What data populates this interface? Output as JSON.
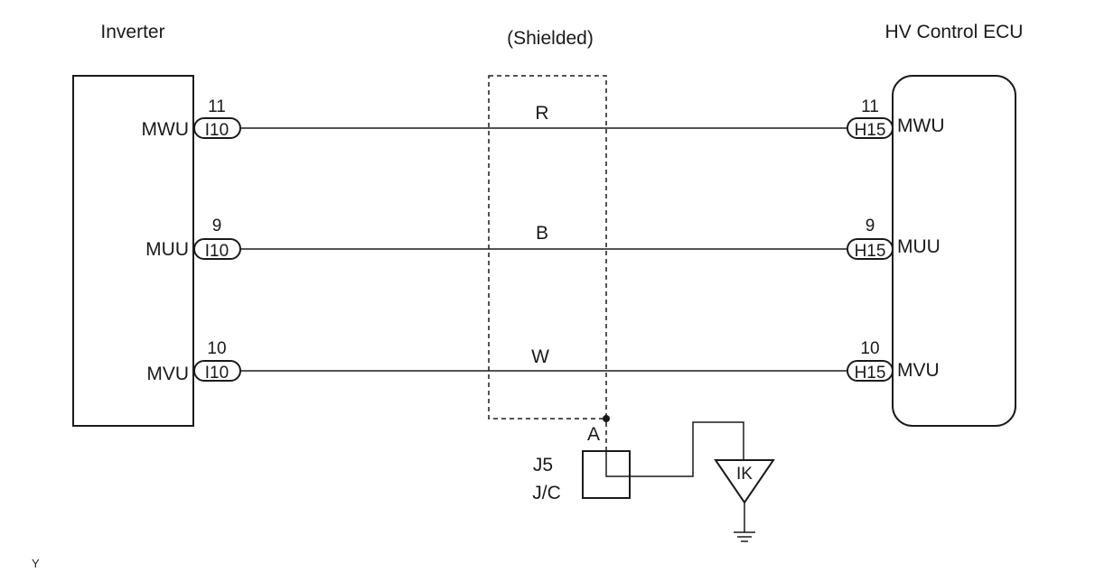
{
  "components": {
    "inverter": "Inverter",
    "hv_ecu": "HV Control ECU",
    "shielded": "(Shielded)",
    "junction_id": "J5",
    "junction_type": "J/C",
    "junction_pin": "A",
    "ground_point": "IK"
  },
  "wires": [
    {
      "left_signal": "MWU",
      "left_pin": "11",
      "left_connector": "I10",
      "color": "R",
      "right_pin": "11",
      "right_connector": "H15",
      "right_signal": "MWU"
    },
    {
      "left_signal": "MUU",
      "left_pin": "9",
      "left_connector": "I10",
      "color": "B",
      "right_pin": "9",
      "right_connector": "H15",
      "right_signal": "MUU"
    },
    {
      "left_signal": "MVU",
      "left_pin": "10",
      "left_connector": "I10",
      "color": "W",
      "right_pin": "10",
      "right_connector": "H15",
      "right_signal": "MVU"
    }
  ],
  "footer_mark": "Y"
}
